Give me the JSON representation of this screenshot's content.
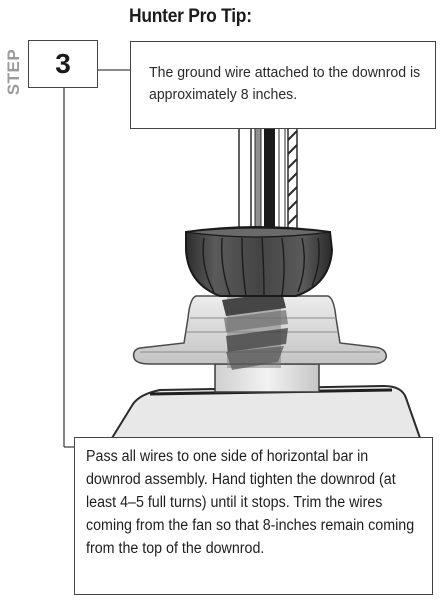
{
  "header": {
    "title": "Hunter Pro Tip:"
  },
  "step": {
    "label": "STEP",
    "number": "3"
  },
  "tip": {
    "text": "The ground wire attached to the downrod is approximately 8 inches."
  },
  "instruction": {
    "text": "Pass all wires to one side of horizontal bar in downrod assembly. Hand tighten the downrod (at least 4–5 full turns) until it stops. Trim the wires coming from the fan so that 8-inches remain coming from the top of the downrod."
  },
  "colors": {
    "step_label": "#9b9b9b",
    "box_border": "#444444",
    "collar_dark": "#3c3c3c",
    "bracket_light": "#d6d6d6",
    "motor_housing": "#e6e6e6"
  }
}
